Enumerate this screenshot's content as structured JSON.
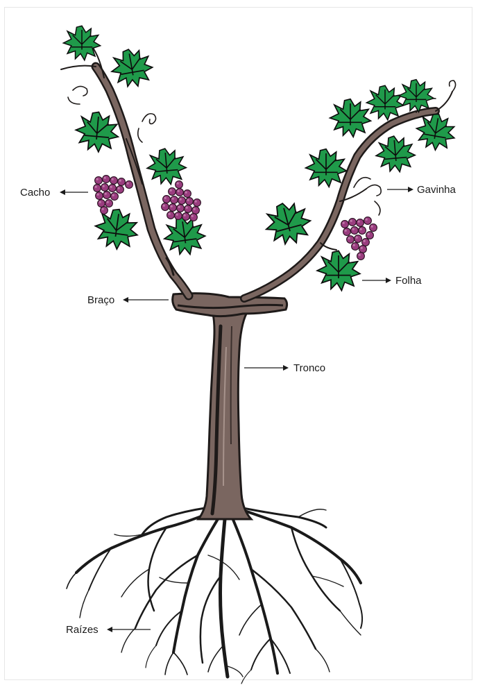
{
  "labels": {
    "cacho": "Cacho",
    "gavinha": "Gavinha",
    "braco": "Braço",
    "folha": "Folha",
    "tronco": "Tronco",
    "raizes": "Raízes"
  },
  "colors": {
    "bark": "#7a6660",
    "bark_dark": "#1e1a19",
    "leaf": "#1f9a4a",
    "leaf_outline": "#0d0d0d",
    "grape": "#9a3d7f",
    "grape_outline": "#2a1222",
    "root": "#1a1a1a",
    "label": "#1a1a1a",
    "arrow": "#1a1a1a"
  }
}
